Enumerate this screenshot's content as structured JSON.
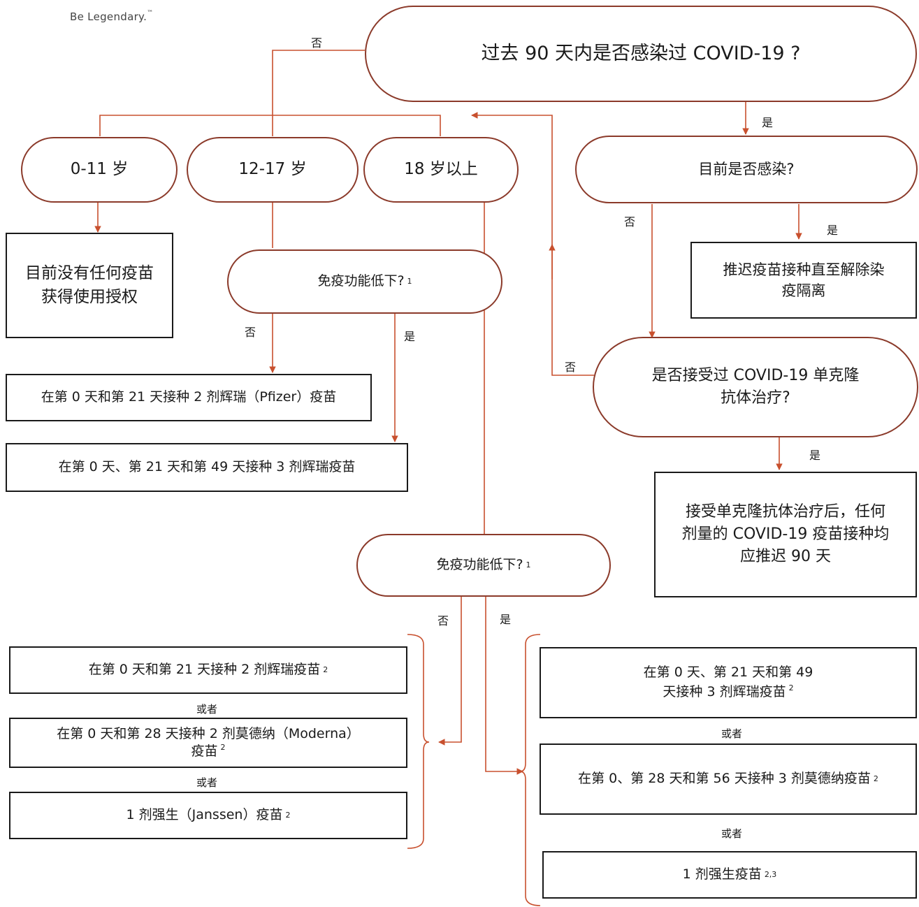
{
  "logo": {
    "tagline": "Be Legendary.",
    "tm": "™"
  },
  "q_covid90": "过去 90 天内是否感染过 COVID-19 ?",
  "q_current": "目前是否感染?",
  "q_mab_line1": "是否接受过 COVID-19 单克隆",
  "q_mab_line2": "抗体治疗?",
  "q_immuno": "免疫功能低下?",
  "sup_1": "1",
  "sup_2": "2",
  "sup_23": "2,3",
  "age_0_11": "0-11 岁",
  "age_12_17": "12-17 岁",
  "age_18": "18 岁以上",
  "box_no_vaccine_l1": "目前没有任何疫苗",
  "box_no_vaccine_l2": "获得使用授权",
  "box_delay_l1": "推迟疫苗接种直至解除染",
  "box_delay_l2": "疫隔离",
  "box_mab_l1": "接受单克隆抗体治疗后，任何",
  "box_mab_l2": "剂量的 COVID-19 疫苗接种均",
  "box_mab_l3": "应推迟 90 天",
  "box_teen_2dose": "在第 0 天和第 21 天接种 2 剂辉瑞（Pfizer）疫苗",
  "box_teen_3dose": "在第 0 天、第 21 天和第 49 天接种 3 剂辉瑞疫苗",
  "box_adult_pfizer2": "在第 0 天和第 21 天接种 2 剂辉瑞疫苗",
  "box_adult_moderna2_l1": "在第 0 天和第 28 天接种 2 剂莫德纳（Moderna）",
  "box_adult_moderna2_l2": "疫苗",
  "box_adult_janssen": "1 剂强生（Janssen）疫苗",
  "box_adult_pfizer3_l1": "在第 0 天、第 21 天和第 49",
  "box_adult_pfizer3_l2": "天接种 3 剂辉瑞疫苗",
  "box_adult_moderna3": "在第 0、第 28 天和第 56 天接种 3 剂莫德纳疫苗",
  "box_adult_jj": "1 剂强生疫苗",
  "yes": "是",
  "no": "否",
  "or": "或者",
  "colors": {
    "line": "#c8502e",
    "pill_border": "#8b3a2a",
    "box_border": "#1a1a1a"
  }
}
